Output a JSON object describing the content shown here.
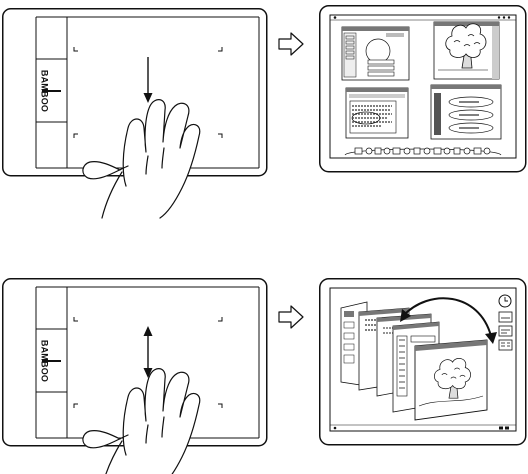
{
  "brand_text": "BAMBOO",
  "panels": [
    {
      "gesture": "swipe-down",
      "screen_view": "expose-all-windows"
    },
    {
      "gesture": "swipe-up-down",
      "screen_view": "3d-window-stack"
    }
  ],
  "colors": {
    "line": "#111111",
    "background": "#ffffff",
    "arc": "#111111"
  }
}
